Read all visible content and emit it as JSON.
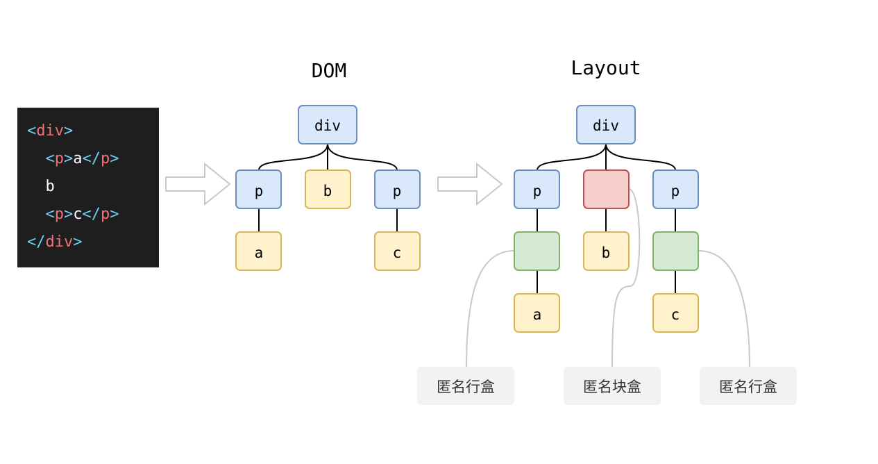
{
  "code": {
    "lines": [
      {
        "indent": "",
        "parts": [
          [
            "<",
            "br"
          ],
          [
            "div",
            "name"
          ],
          [
            ">",
            "br"
          ]
        ]
      },
      {
        "indent": "  ",
        "parts": [
          [
            "<",
            "br"
          ],
          [
            "p",
            "name"
          ],
          [
            ">",
            "br"
          ],
          [
            "a",
            "txt"
          ],
          [
            "</",
            "br"
          ],
          [
            "p",
            "name"
          ],
          [
            ">",
            "br"
          ]
        ]
      },
      {
        "indent": "  ",
        "parts": [
          [
            "b",
            "txt"
          ]
        ]
      },
      {
        "indent": "  ",
        "parts": [
          [
            "<",
            "br"
          ],
          [
            "p",
            "name"
          ],
          [
            ">",
            "br"
          ],
          [
            "c",
            "txt"
          ],
          [
            "</",
            "br"
          ],
          [
            "p",
            "name"
          ],
          [
            ">",
            "br"
          ]
        ]
      },
      {
        "indent": "",
        "parts": [
          [
            "</",
            "br"
          ],
          [
            "div",
            "name"
          ],
          [
            ">",
            "br"
          ]
        ]
      }
    ]
  },
  "dom": {
    "title": "DOM",
    "nodes": {
      "div": {
        "label": "div",
        "kind": "element"
      },
      "p1": {
        "label": "p",
        "kind": "element"
      },
      "b": {
        "label": "b",
        "kind": "text"
      },
      "p2": {
        "label": "p",
        "kind": "element"
      },
      "a": {
        "label": "a",
        "kind": "text"
      },
      "c": {
        "label": "c",
        "kind": "text"
      }
    }
  },
  "layout": {
    "title": "Layout",
    "nodes": {
      "div": {
        "label": "div",
        "kind": "element"
      },
      "p1": {
        "label": "p",
        "kind": "element"
      },
      "anon_block": {
        "label": "",
        "kind": "anonymous-block"
      },
      "p2": {
        "label": "p",
        "kind": "element"
      },
      "line1": {
        "label": "",
        "kind": "anonymous-line"
      },
      "b": {
        "label": "b",
        "kind": "text"
      },
      "line2": {
        "label": "",
        "kind": "anonymous-line"
      },
      "a": {
        "label": "a",
        "kind": "text"
      },
      "c": {
        "label": "c",
        "kind": "text"
      }
    },
    "callouts": {
      "line1": "匿名行盒",
      "block": "匿名块盒",
      "line2": "匿名行盒"
    }
  },
  "colors": {
    "element_fill": "#dae8fc",
    "element_stroke": "#6c8ebf",
    "text_fill": "#fff2cc",
    "text_stroke": "#d6b656",
    "anon_line_fill": "#d5e8d4",
    "anon_line_stroke": "#82b366",
    "anon_block_fill": "#f8cecc",
    "anon_block_stroke": "#b85450",
    "callout_fill": "#f2f2f2",
    "callout_line": "#c8c8c8",
    "code_bg": "#1e1e1e",
    "code_bracket": "#6ccff6",
    "code_tag": "#f07178",
    "code_text": "#ffffff"
  }
}
